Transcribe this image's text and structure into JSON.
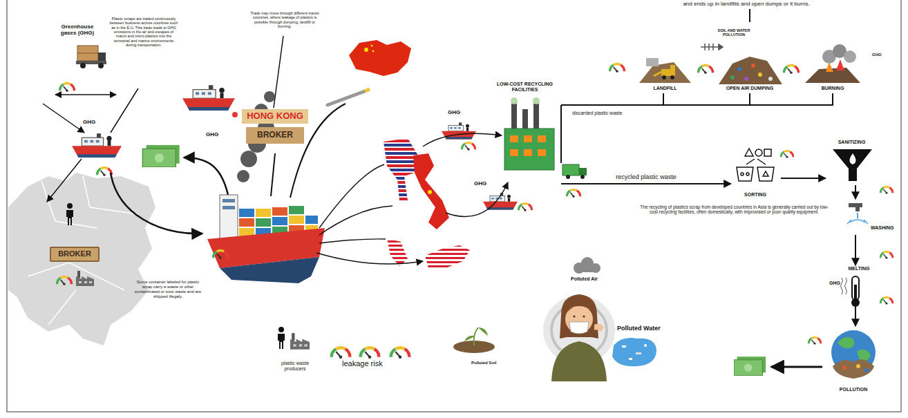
{
  "diagram": {
    "nodes": [
      {
        "text": [
          "BROKER"
        ]
      },
      {
        "text": [
          "HONG KONG",
          "BROKER"
        ]
      },
      {
        "text": [
          "LOW-COST RECYCLING FACILITIES"
        ]
      },
      {
        "text": [
          "LANDFILL"
        ]
      },
      {
        "text": [
          "OPEN AIR DUMPING"
        ]
      },
      {
        "text": [
          "BURNING"
        ]
      },
      {
        "text": [
          "SORTING"
        ]
      },
      {
        "text": [
          "SANITIZING"
        ]
      },
      {
        "text": [
          "WASHING"
        ]
      },
      {
        "text": [
          "MELTING",
          "GHG"
        ]
      },
      {
        "text": [
          "POLLUTION"
        ]
      }
    ],
    "edges": [
      {
        "from": 2,
        "to": 6,
        "label": "recycled plastic waste",
        "arrow": "to"
      },
      {
        "from": 6,
        "to": 7,
        "arrow": "to"
      },
      {
        "from": 7,
        "to": 8,
        "arrow": "to"
      },
      {
        "from": 8,
        "to": 9,
        "arrow": "to"
      },
      {
        "from": 9,
        "to": 10,
        "arrow": "to"
      },
      {
        "from": 2,
        "to": 3,
        "arrow": "none"
      },
      {
        "from": 2,
        "to": 4,
        "arrow": "none"
      },
      {
        "from": 2,
        "to": 5,
        "arrow": "none"
      }
    ],
    "labels": [
      "and ends up in landfills and open dumps or it burns.",
      "Greenhouse gases (GHG)",
      "Plastic scraps are traded continuously between business across countries such as in the E.U. This trade leads to GHG emissions in the air and escapes of macro and micro plastics into the terrestrial and marine environments during transportation.",
      "Trade may move through different transit countries, where leakage of plastics is possible through dumping, landfill or burning.",
      "GHG",
      "GHG",
      "GHG",
      "GHG",
      "SOIL AND WATER POLLUTION",
      "GHG",
      "discarded plastic waste",
      "The recycling of plastics scrap from developed countries in Asia is generally carried out by low-cost recycling facilities, often domestically, with improvised or poor quality equipment.",
      "Some container labeled for plastic scrap carry e-waste or other contaminated or toxic waste and are shipped illegaly.",
      "Polluted Air",
      "Polluted Water",
      "Polluted Soil",
      "plastic waste producers",
      "leakage risk"
    ]
  }
}
